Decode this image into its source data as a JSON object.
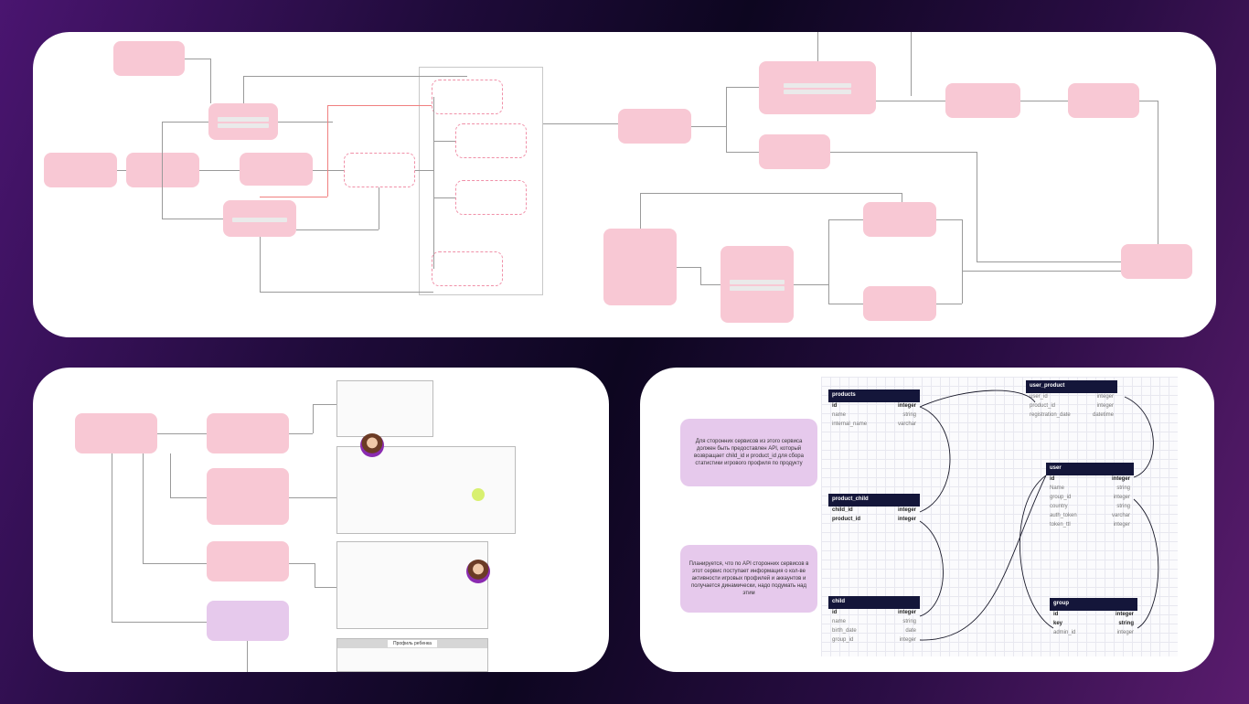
{
  "er": {
    "notes": [
      "Для сторонних сервисов из этого сервиса должен быть предоставлен API, который возвращает child_id и product_id для сбора статистики игрового профиля по продукту",
      "Планируется, что по API сторонних сервисов в этот сервис поступает информация о кол-ве активности игровых профилей и аккаунтов и получается динамически, надо подумать над этим"
    ],
    "tables": [
      {
        "name": "products",
        "rows": [
          {
            "field": "id",
            "type": "integer",
            "pk": true
          },
          {
            "field": "name",
            "type": "string",
            "pk": false
          },
          {
            "field": "internal_name",
            "type": "varchar",
            "pk": false
          }
        ]
      },
      {
        "name": "user_product",
        "rows": [
          {
            "field": "user_id",
            "type": "integer",
            "pk": false
          },
          {
            "field": "product_id",
            "type": "integer",
            "pk": false
          },
          {
            "field": "registration_date",
            "type": "datetime",
            "pk": false
          }
        ]
      },
      {
        "name": "user",
        "rows": [
          {
            "field": "id",
            "type": "integer",
            "pk": true
          },
          {
            "field": "Name",
            "type": "string",
            "pk": false
          },
          {
            "field": "group_id",
            "type": "integer",
            "pk": false
          },
          {
            "field": "country",
            "type": "string",
            "pk": false
          },
          {
            "field": "auth_token",
            "type": "varchar",
            "pk": false
          },
          {
            "field": "token_ttl",
            "type": "integer",
            "pk": false
          }
        ]
      },
      {
        "name": "product_child",
        "rows": [
          {
            "field": "child_id",
            "type": "integer",
            "pk": true
          },
          {
            "field": "product_id",
            "type": "integer",
            "pk": true
          }
        ]
      },
      {
        "name": "child",
        "rows": [
          {
            "field": "id",
            "type": "integer",
            "pk": true
          },
          {
            "field": "name",
            "type": "string",
            "pk": false
          },
          {
            "field": "birth_date",
            "type": "date",
            "pk": false
          },
          {
            "field": "group_id",
            "type": "integer",
            "pk": false
          }
        ]
      },
      {
        "name": "group",
        "rows": [
          {
            "field": "id",
            "type": "integer",
            "pk": true
          },
          {
            "field": "key",
            "type": "string",
            "pk": true
          },
          {
            "field": "admin_id",
            "type": "integer",
            "pk": false
          }
        ]
      }
    ]
  },
  "wireframe": {
    "tab_label": "Профиль ребенка"
  },
  "colors": {
    "pink_box": "#f8c8d4",
    "lilac_note": "#e6c9ec",
    "table_header": "#14163a",
    "accent_purple": "#8a2bb0"
  }
}
